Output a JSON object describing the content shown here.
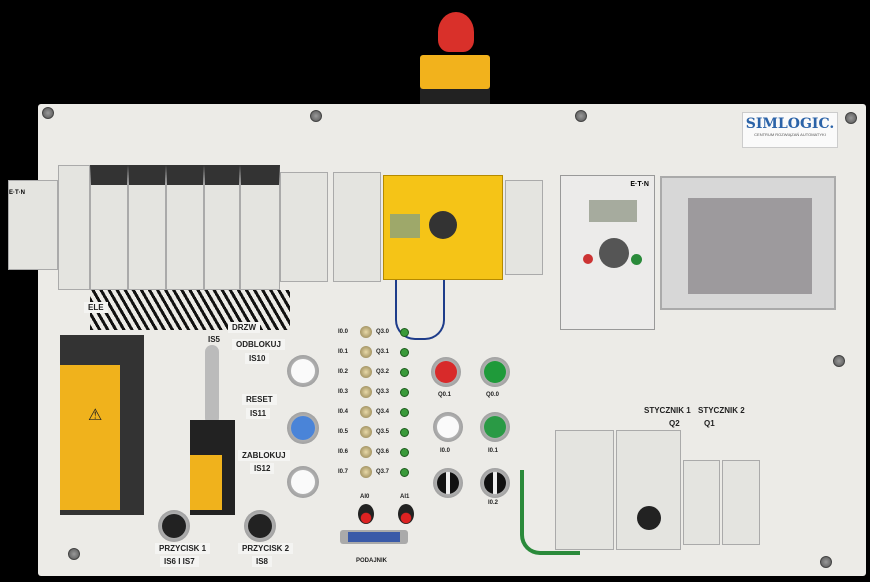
{
  "emergency_stop": {
    "color": "#d9302a"
  },
  "logo": {
    "name": "SIMLOGIC.",
    "tagline": "CENTRUM ROZWIĄZAŃ AUTOMATYKI"
  },
  "brand": "E·T·N",
  "labels": {
    "is5": "IS5",
    "unlock": "ODBLOKUJ",
    "is10": "IS10",
    "reset": "RESET",
    "is11": "IS11",
    "lock": "ZABLOKUJ",
    "is12": "IS12",
    "button1": "PRZYCISK 1",
    "is6_is7": "IS6 I IS7",
    "button2": "PRZYCISK 2",
    "is8": "IS8",
    "feeder": "PODAJNIK",
    "contactor1": "STYCZNIK 1",
    "contactor2": "STYCZNIK 2",
    "q2": "Q2",
    "q1": "Q1",
    "door": "DRZW",
    "valve": "ELE",
    "ai0": "AI0",
    "ai1": "AI1",
    "q01": "Q0.1",
    "q00": "Q0.0",
    "i00": "I0.0",
    "i01": "I0.1",
    "i02": "I0.2"
  },
  "inputs": [
    "I0.0",
    "I0.1",
    "I0.2",
    "I0.3",
    "I0.4",
    "I0.5",
    "I0.6",
    "I0.7"
  ],
  "outputs": [
    "Q3.0",
    "Q3.1",
    "Q3.2",
    "Q3.3",
    "Q3.4",
    "Q3.5",
    "Q3.6",
    "Q3.7"
  ]
}
